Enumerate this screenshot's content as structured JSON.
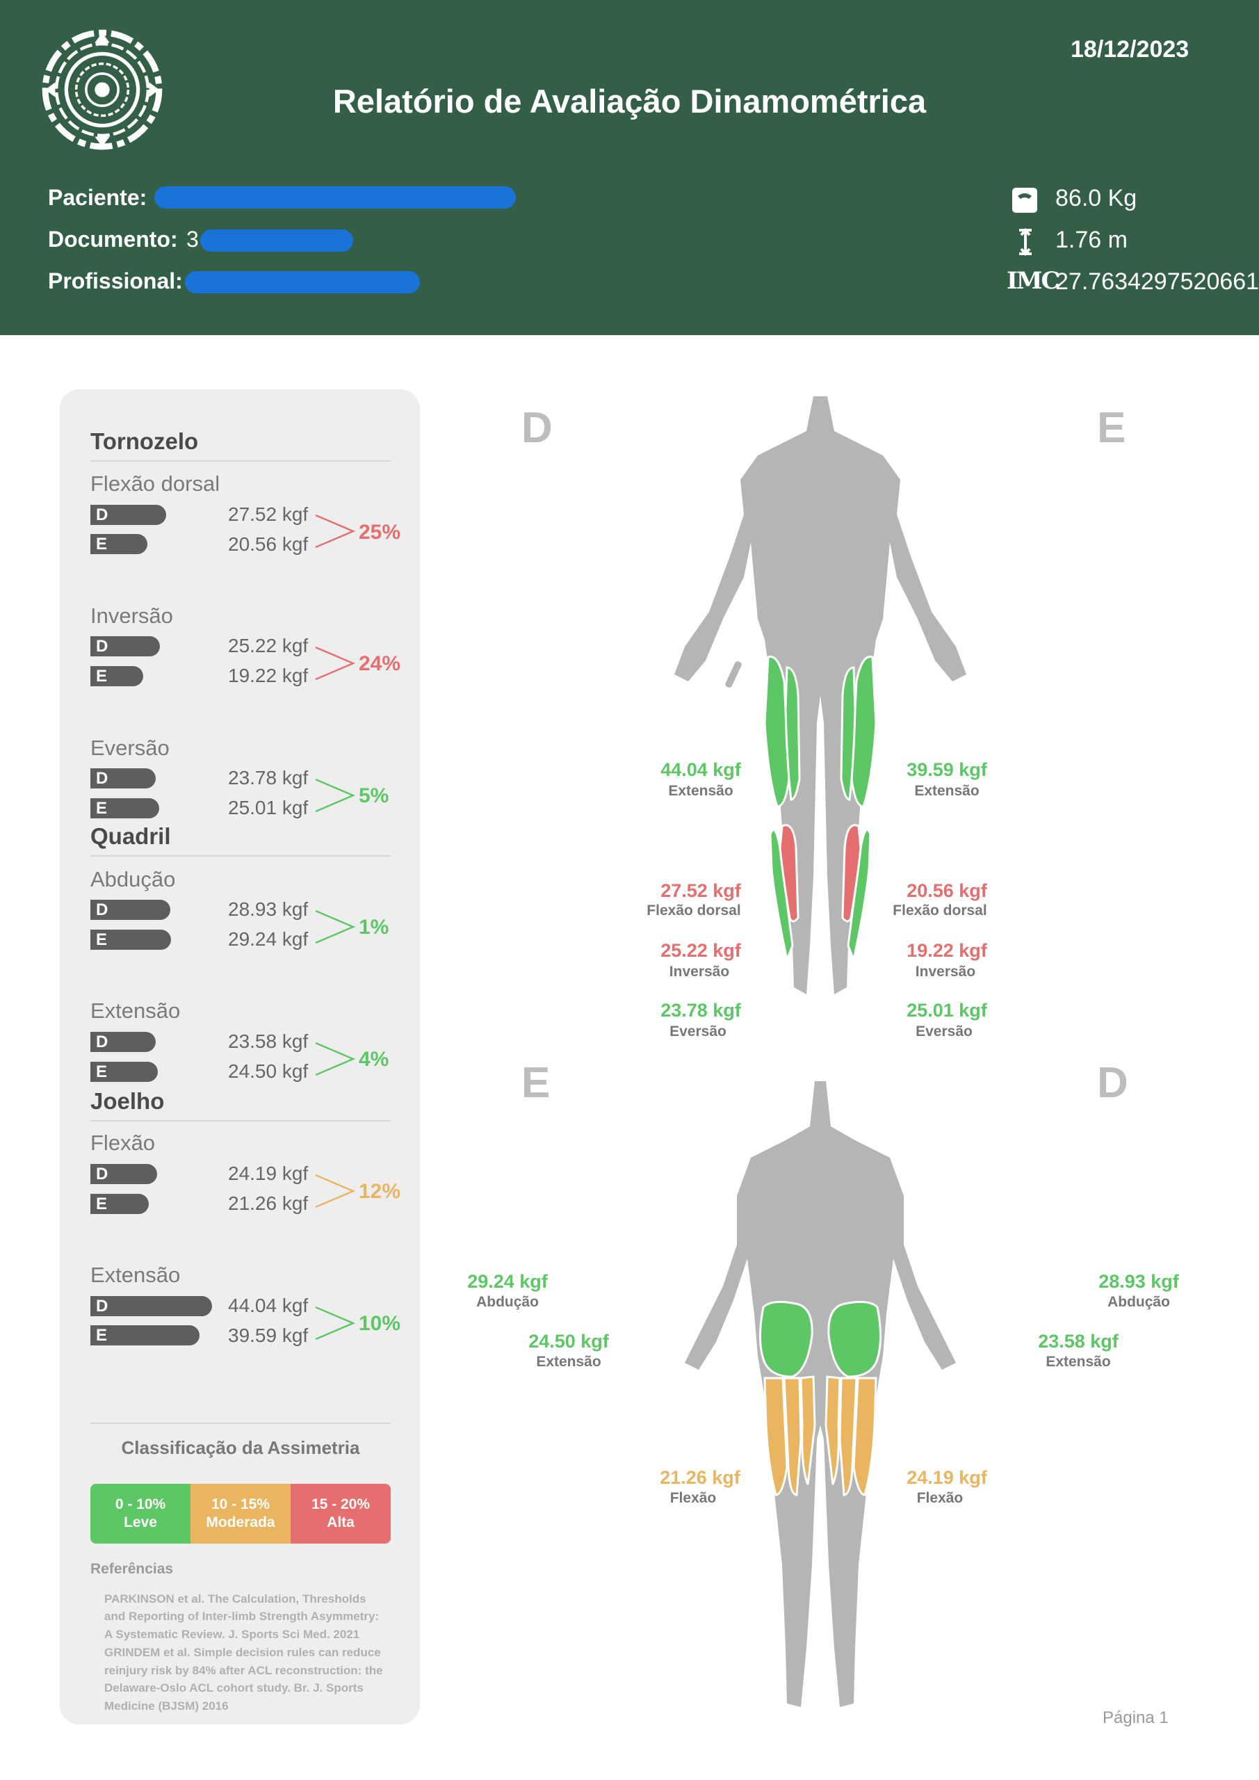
{
  "header": {
    "date": "18/12/2023",
    "title": "Relatório de Avaliação Dinamométrica",
    "patient_label": "Paciente:",
    "document_label": "Documento:",
    "document_partial": "3",
    "professional_label": "Profissional:",
    "weight": "86.0 Kg",
    "height": "1.76 m",
    "bmi_label": "IMC",
    "bmi": "27.7634297520661",
    "weight_icon": "scale-icon",
    "height_icon": "height-icon"
  },
  "panel": {
    "sections": [
      {
        "title": "Tornozelo",
        "movements": [
          {
            "name": "Flexão dorsal",
            "d_label": "D",
            "e_label": "E",
            "d": "27.52 kgf",
            "e": "20.56 kgf",
            "d_value": 27.52,
            "e_value": 20.56,
            "asym": "25%",
            "level": "alta"
          },
          {
            "name": "Inversão",
            "d_label": "D",
            "e_label": "E",
            "d": "25.22 kgf",
            "e": "19.22 kgf",
            "d_value": 25.22,
            "e_value": 19.22,
            "asym": "24%",
            "level": "alta"
          },
          {
            "name": "Eversão",
            "d_label": "D",
            "e_label": "E",
            "d": "23.78 kgf",
            "e": "25.01 kgf",
            "d_value": 23.78,
            "e_value": 25.01,
            "asym": "5%",
            "level": "leve"
          }
        ]
      },
      {
        "title": "Quadril",
        "movements": [
          {
            "name": "Abdução",
            "d_label": "D",
            "e_label": "E",
            "d": "28.93 kgf",
            "e": "29.24 kgf",
            "d_value": 28.93,
            "e_value": 29.24,
            "asym": "1%",
            "level": "leve"
          },
          {
            "name": "Extensão",
            "d_label": "D",
            "e_label": "E",
            "d": "23.58 kgf",
            "e": "24.50 kgf",
            "d_value": 23.58,
            "e_value": 24.5,
            "asym": "4%",
            "level": "leve"
          }
        ]
      },
      {
        "title": "Joelho",
        "movements": [
          {
            "name": "Flexão",
            "d_label": "D",
            "e_label": "E",
            "d": "24.19 kgf",
            "e": "21.26 kgf",
            "d_value": 24.19,
            "e_value": 21.26,
            "asym": "12%",
            "level": "moderada"
          },
          {
            "name": "Extensão",
            "d_label": "D",
            "e_label": "E",
            "d": "44.04 kgf",
            "e": "39.59 kgf",
            "d_value": 44.04,
            "e_value": 39.59,
            "asym": "10%",
            "level": "leve"
          }
        ]
      }
    ],
    "classification": {
      "title": "Classificação da Assimetria",
      "levels": [
        {
          "range": "0 - 10%",
          "label": "Leve",
          "color": "#5dc766"
        },
        {
          "range": "10 - 15%",
          "label": "Moderada",
          "color": "#e9b560"
        },
        {
          "range": "15 - 20%",
          "label": "Alta",
          "color": "#e56e6e"
        }
      ]
    },
    "references_title": "Referências",
    "references": [
      "PARKINSON et al. The Calculation, Thresholds",
      "and Reporting of Inter-limb Strength Asymmetry:",
      "A Systematic Review. J. Sports Sci Med. 2021",
      "GRINDEM et al. Simple decision rules can reduce",
      "reinjury risk by 84% after ACL reconstruction: the",
      "Delaware-Oslo ACL cohort study. Br. J. Sports",
      "Medicine (BJSM) 2016"
    ]
  },
  "front": {
    "left_letter": "D",
    "right_letter": "E",
    "labels": [
      {
        "value": "44.04 kgf",
        "name": "Extensão",
        "level": "leve"
      },
      {
        "value": "39.59 kgf",
        "name": "Extensão",
        "level": "leve"
      },
      {
        "value": "27.52 kgf",
        "name": "Flexão dorsal",
        "level": "alta"
      },
      {
        "value": "20.56 kgf",
        "name": "Flexão dorsal",
        "level": "alta"
      },
      {
        "value": "25.22 kgf",
        "name": "Inversão",
        "level": "alta"
      },
      {
        "value": "19.22 kgf",
        "name": "Inversão",
        "level": "alta"
      },
      {
        "value": "23.78 kgf",
        "name": "Eversão",
        "level": "leve"
      },
      {
        "value": "25.01 kgf",
        "name": "Eversão",
        "level": "leve"
      }
    ]
  },
  "back": {
    "left_letter": "E",
    "right_letter": "D",
    "labels": [
      {
        "value": "29.24 kgf",
        "name": "Abdução",
        "level": "leve"
      },
      {
        "value": "28.93 kgf",
        "name": "Abdução",
        "level": "leve"
      },
      {
        "value": "24.50 kgf",
        "name": "Extensão",
        "level": "leve"
      },
      {
        "value": "23.58 kgf",
        "name": "Extensão",
        "level": "leve"
      },
      {
        "value": "21.26 kgf",
        "name": "Flexão",
        "level": "moderada"
      },
      {
        "value": "24.19 kgf",
        "name": "Flexão",
        "level": "moderada"
      }
    ]
  },
  "colors": {
    "header_bg": "#325f46",
    "leve": "#5dc766",
    "moderada": "#e9b560",
    "alta": "#e56e6e",
    "body_gray": "#b5b5b5"
  },
  "footer": {
    "page": "Página 1"
  }
}
